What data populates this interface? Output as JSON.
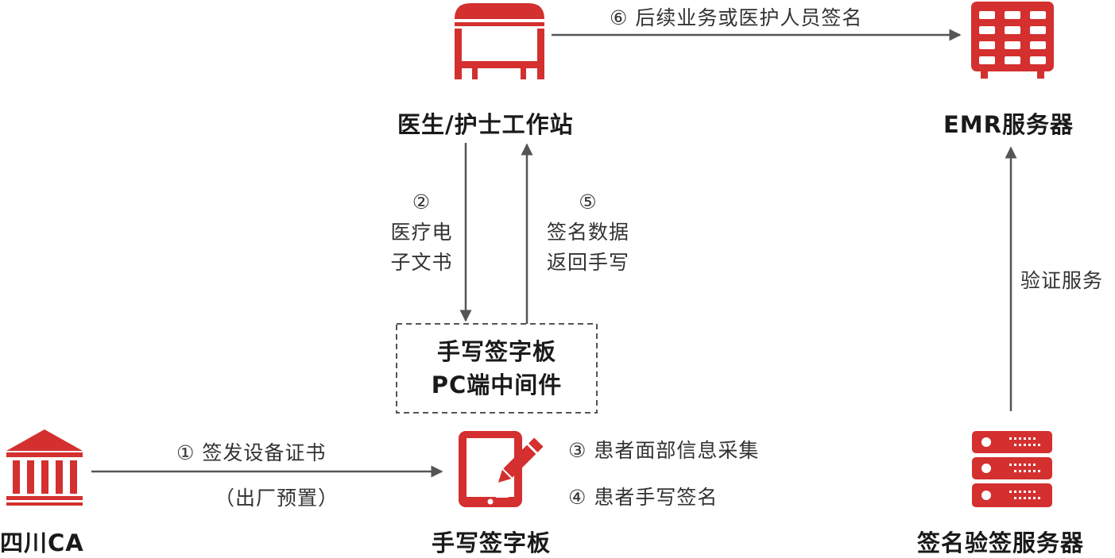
{
  "colors": {
    "accent": "#d3302f",
    "arrow": "#555555",
    "text": "#1a1a1a"
  },
  "nodes": {
    "workstation": {
      "label": "医生/护士工作站",
      "icon": "workstation-icon"
    },
    "emr": {
      "label": "EMR服务器",
      "icon": "server-rack-icon"
    },
    "middleware": {
      "line1": "手写签字板",
      "line2": "PC端中间件"
    },
    "ca": {
      "label": "四川CA",
      "icon": "institution-icon"
    },
    "tablet": {
      "label": "手写签字板",
      "icon": "tablet-pen-icon"
    },
    "verify": {
      "label": "签名验签服务器",
      "icon": "server-stack-icon"
    }
  },
  "edges": {
    "step1": {
      "num": "①",
      "text": "签发设备证书",
      "sub": "（出厂预置）"
    },
    "step2": {
      "num": "②",
      "line1": "医疗电",
      "line2": "子文书"
    },
    "step3": {
      "num": "③",
      "text": "患者面部信息采集"
    },
    "step4": {
      "num": "④",
      "text": "患者手写签名"
    },
    "step5": {
      "num": "⑤",
      "line1": "签名数据",
      "line2": "返回手写"
    },
    "step6": {
      "num": "⑥",
      "text": "后续业务或医护人员签名"
    },
    "verify_service": {
      "text": "验证服务"
    }
  }
}
